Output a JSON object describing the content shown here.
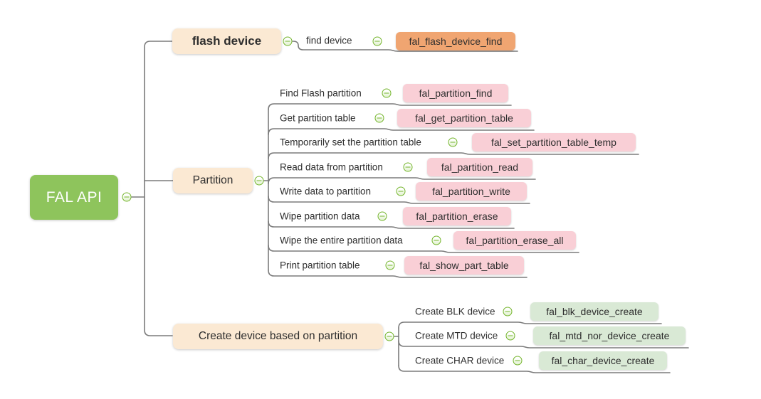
{
  "root": {
    "label": "FAL API"
  },
  "branches": [
    {
      "label": "flash device",
      "children": [
        {
          "label": "find device",
          "api": "fal_flash_device_find"
        }
      ]
    },
    {
      "label": "Partition",
      "children": [
        {
          "label": "Find Flash partition",
          "api": "fal_partition_find"
        },
        {
          "label": "Get partition table",
          "api": "fal_get_partition_table"
        },
        {
          "label": "Temporarily set the partition table",
          "api": "fal_set_partition_table_temp"
        },
        {
          "label": "Read data from partition",
          "api": "fal_partition_read"
        },
        {
          "label": "Write data to partition",
          "api": "fal_partition_write"
        },
        {
          "label": "Wipe partition data",
          "api": "fal_partition_erase"
        },
        {
          "label": "Wipe the entire partition data",
          "api": "fal_partition_erase_all"
        },
        {
          "label": "Print partition table",
          "api": "fal_show_part_table"
        }
      ]
    },
    {
      "label": "Create device based on partition",
      "children": [
        {
          "label": "Create BLK device",
          "api": "fal_blk_device_create"
        },
        {
          "label": "Create MTD device",
          "api": "fal_mtd_nor_device_create"
        },
        {
          "label": "Create CHAR device",
          "api": "fal_char_device_create"
        }
      ]
    }
  ],
  "colors": {
    "root_bg": "#8ec45c",
    "branch_bg": "#fbe9d3",
    "flash_api_bg": "#f0a571",
    "partition_api_bg": "#f9cfd6",
    "create_api_bg": "#d9e9d5",
    "connector_line": "#7b7b7b",
    "collapse_icon_green": "#74b52c"
  },
  "icons": {
    "collapse": "minus-circle"
  }
}
